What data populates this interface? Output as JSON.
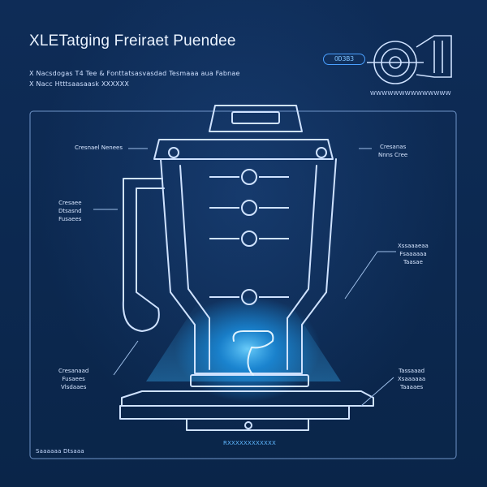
{
  "title": "XLETatging Freiraet Puendee",
  "subtitle_line_1": "X Nacsdogas T4 Tee & Fonttatsasvasdad Tesmaaa aua Fabnae",
  "subtitle_line_2": "X Nacc Htttsaasaask XXXXXX",
  "badge": "OD3B3",
  "top_right_caption": "WWWWWWWWWWWWWW",
  "callouts": {
    "left_top": "Cresnael Nenees",
    "left_mid": [
      "Cresaee",
      "Dtsasnd",
      "Fusaees"
    ],
    "left_bottom": [
      "Cresanaad",
      "Fusaees",
      "Vlsdaaes"
    ],
    "right_top": [
      "Cresanas",
      "Nnns Cree"
    ],
    "right_mid": [
      "Xssaaaeaa",
      "Fsaaaaaa",
      "Taasae"
    ],
    "right_bottom": [
      "Tassaaad",
      "Xsaaaaaa",
      "Taaaaes"
    ]
  },
  "base_caption": "RXXXXXXXXXXXX",
  "footer": "Saaaaaa Dtsaaa",
  "colors": {
    "background": "#0c2850",
    "line": "#cfe2ff",
    "glow": "#1aa3ff"
  }
}
